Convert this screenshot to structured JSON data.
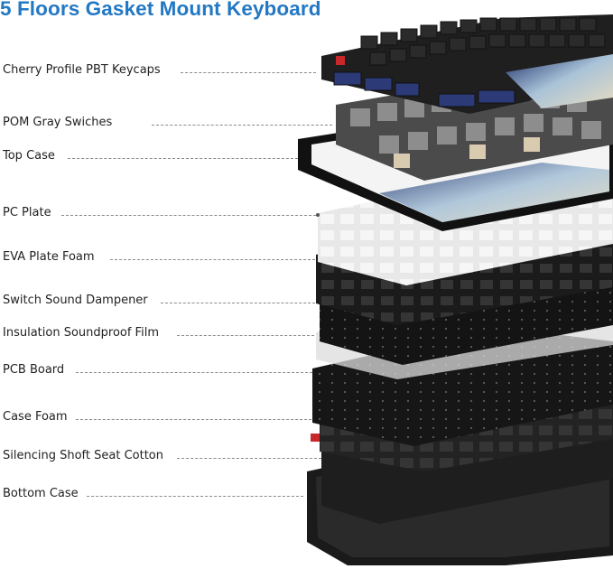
{
  "title": "5 Floors Gasket Mount Keyboard",
  "layers": [
    {
      "label": "Cherry Profile PBT Keycaps"
    },
    {
      "label": "POM Gray Swiches"
    },
    {
      "label": "Top Case"
    },
    {
      "label": "PC Plate"
    },
    {
      "label": "EVA Plate Foam"
    },
    {
      "label": "Switch Sound Dampener"
    },
    {
      "label": "Insulation Soundproof Film"
    },
    {
      "label": "PCB Board"
    },
    {
      "label": "Case Foam"
    },
    {
      "label": "Silencing Shoft Seat Cotton"
    },
    {
      "label": "Bottom Case"
    }
  ],
  "colors": {
    "title": "#2378c4",
    "keycap_dark": "#1f1f1f",
    "keycap_blue": "#2c3a78",
    "switch_gray": "#8d8d8d",
    "case_black": "#1a1a1a",
    "pc_plate": "#e8e8e8",
    "red_pads": "#c9282a"
  }
}
